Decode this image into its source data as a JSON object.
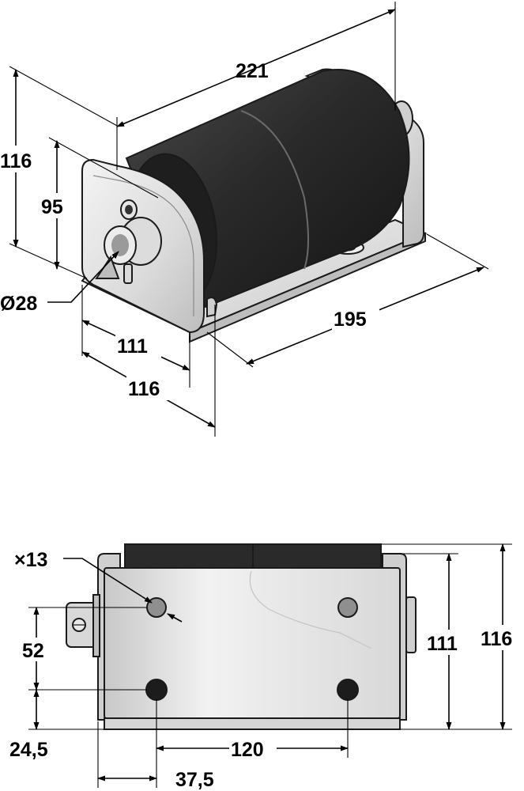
{
  "iso_view": {
    "dims": {
      "length_overall": "221",
      "height_overall": "116",
      "roller_height": "95",
      "shaft_diameter": "Ø28",
      "bracket_width": "111",
      "base_width": "116",
      "base_length": "195"
    }
  },
  "side_view": {
    "dims": {
      "hole_diameter": "×13",
      "hole_spacing_vertical": "52",
      "bottom_offset": "24,5",
      "hole_spacing_horizontal": "120",
      "left_offset": "37,5",
      "plate_height": "111",
      "overall_height": "116"
    }
  },
  "colors": {
    "roller": "#2b2b2b",
    "metal": "#e4e4e4",
    "outline": "#1a1a1a",
    "hole": "#1c1c1c"
  }
}
